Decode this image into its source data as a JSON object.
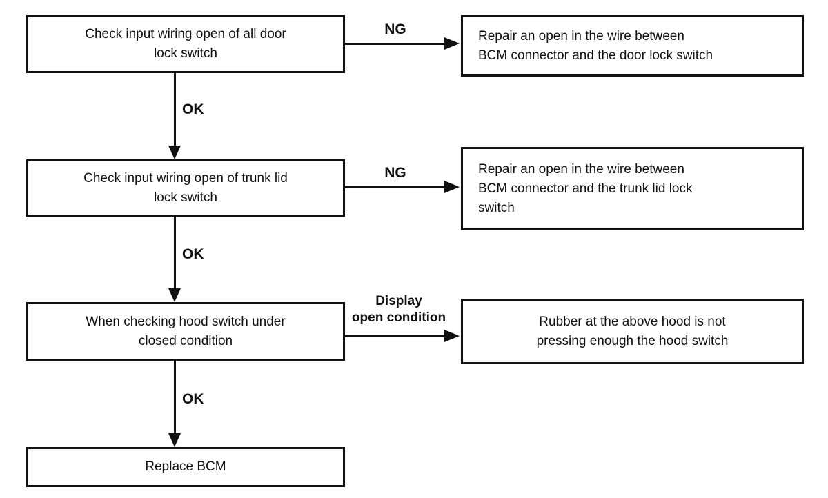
{
  "colors": {
    "background": "#ffffff",
    "ink": "#111111"
  },
  "flowchart": {
    "steps": [
      {
        "lines": [
          "Check input wiring open of all door",
          "lock switch"
        ]
      },
      {
        "lines": [
          "Check input wiring open of trunk lid",
          "lock switch"
        ]
      },
      {
        "lines": [
          "When checking hood switch under",
          "closed condition"
        ]
      },
      {
        "lines": [
          "Replace BCM"
        ]
      }
    ],
    "results": [
      {
        "lines": [
          "Repair an open in the wire between",
          "BCM connector and the door lock switch"
        ]
      },
      {
        "lines": [
          "Repair an open in the wire between",
          "BCM connector and the trunk lid lock",
          "switch"
        ]
      },
      {
        "lines": [
          "Rubber at the above hood is not",
          "pressing enough the hood switch"
        ]
      }
    ],
    "branches": [
      {
        "label_lines": [
          "NG"
        ]
      },
      {
        "label_lines": [
          "NG"
        ]
      },
      {
        "label_lines": [
          "Display",
          "open condition"
        ]
      }
    ],
    "ok_labels": [
      "OK",
      "OK",
      "OK"
    ]
  }
}
